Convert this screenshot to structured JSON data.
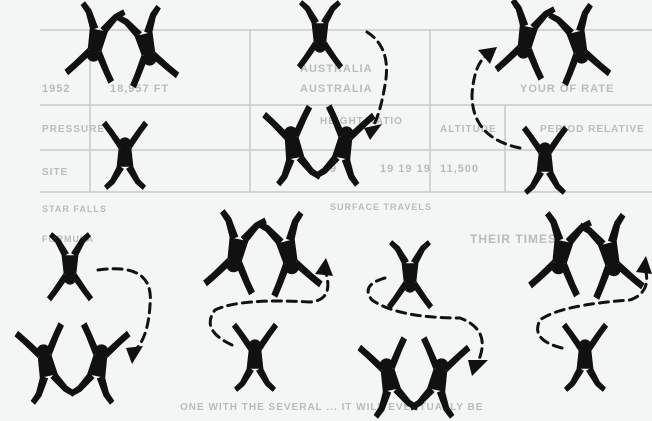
{
  "background_document": {
    "row1": [
      "1952",
      "18,957 FT",
      "AUSTRALIA",
      "YOUR OF RATE"
    ],
    "row2": [
      "AUSTRALIA"
    ],
    "row3": [
      "PRESSURE",
      "ALTITUDE",
      "HEIGHT RATIO",
      "PERIOD RELATIVE"
    ],
    "row4": [
      "SITE",
      "11,500",
      "9",
      "19 19 19"
    ],
    "row5": [
      "STAR FALLS",
      "SURFACE TRAVELS"
    ],
    "row6": [
      "FORMULA",
      "THEIR TIMES"
    ],
    "caption": "ONE WITH THE SEVERAL ... IT WILL EVENTUALLY BE"
  },
  "diagram": {
    "figure_color": "#111111",
    "arrow_color": "#111111",
    "panels": [
      {
        "name": "panel-1",
        "pair": "top",
        "single": "bottom",
        "arrow": false
      },
      {
        "name": "panel-2",
        "pair": "bottom",
        "single": "top",
        "arrow": true,
        "arrow_direction": "down-left"
      },
      {
        "name": "panel-3",
        "pair": "top",
        "single": "bottom",
        "arrow": true,
        "arrow_direction": "up-right"
      },
      {
        "name": "panel-4",
        "pair": "bottom",
        "single": "top",
        "arrow": true,
        "arrow_direction": "down-left"
      },
      {
        "name": "panel-5",
        "pair": "top",
        "single": "bottom",
        "arrow": true,
        "arrow_direction": "up-right"
      },
      {
        "name": "panel-6",
        "pair": "bottom",
        "single": "top",
        "arrow": true,
        "arrow_direction": "down-right"
      },
      {
        "name": "panel-7",
        "pair": "top",
        "single": "bottom",
        "arrow": true,
        "arrow_direction": "up-right"
      }
    ]
  }
}
